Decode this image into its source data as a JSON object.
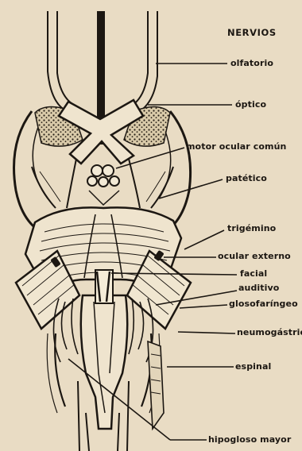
{
  "diagram": {
    "title": "NERVIOS",
    "labels": {
      "olfatorio": "olfatorio",
      "optico": "óptico",
      "motor_ocular_comun": "motor ocular común",
      "patetico": "patético",
      "trigemino": "trigémino",
      "ocular_externo": "ocular externo",
      "facial": "facial",
      "auditivo": "auditivo",
      "glosofaringeo": "glosofaríngeo",
      "neumogastrico": "neumogástrico",
      "espinal": "espinal",
      "hipogloso_mayor": "hipogloso mayor"
    }
  },
  "colors": {
    "paper": "#e9dcc4",
    "ink": "#1c1712"
  }
}
